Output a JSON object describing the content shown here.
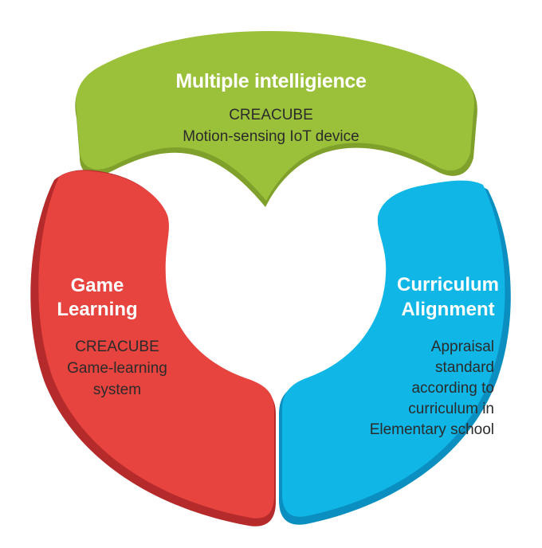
{
  "colors": {
    "green": "#9BC13A",
    "green_dark": "#7FA02A",
    "red": "#E7433F",
    "red_dark": "#B52A2B",
    "blue": "#0FB6E6",
    "blue_dark": "#0A8FC0"
  },
  "segments": {
    "top": {
      "title": "Multiple intelligience",
      "lines": [
        "CREACUBE",
        "Motion-sensing IoT device"
      ]
    },
    "left": {
      "title_lines": [
        "Game",
        "Learning"
      ],
      "lines": [
        "CREACUBE",
        "Game-learning",
        "system"
      ]
    },
    "right": {
      "title_lines": [
        "Curriculum",
        "Alignment"
      ],
      "lines": [
        "Appraisal",
        "standard",
        "according to",
        "curriculum in",
        "Elementary school"
      ]
    }
  }
}
